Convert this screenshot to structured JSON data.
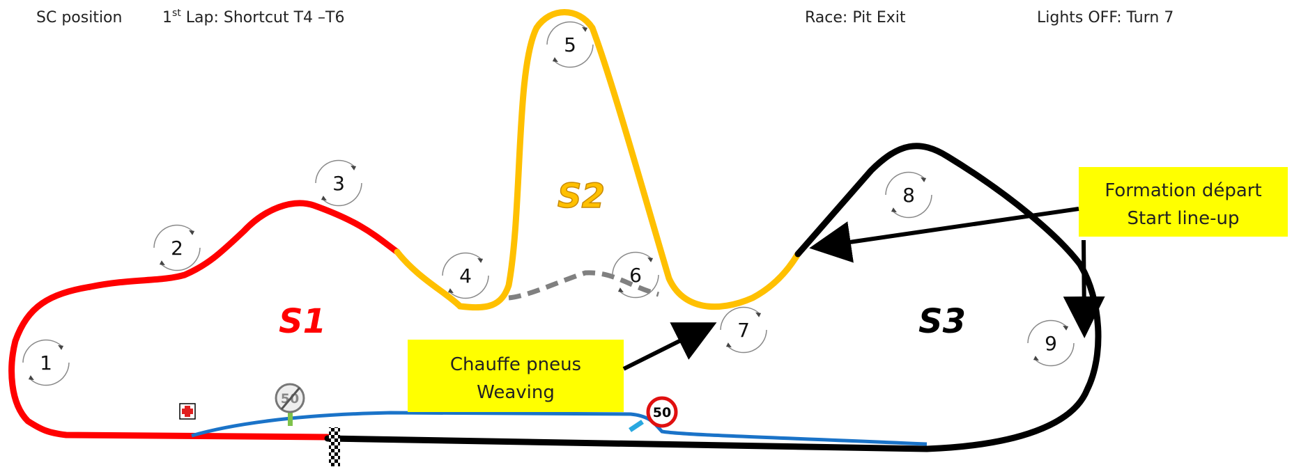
{
  "header": {
    "sc_label": "SC position",
    "first_lap_prefix": "1",
    "first_lap_sup": "st",
    "first_lap_rest": " Lap: Shortcut T4 –T6",
    "race": "Race: Pit Exit",
    "lights": "Lights OFF: Turn 7"
  },
  "turns": [
    "1",
    "2",
    "3",
    "4",
    "5",
    "6",
    "7",
    "8",
    "9"
  ],
  "sectors": {
    "s1": {
      "label": "S1",
      "color": "#ff0000"
    },
    "s2": {
      "label": "S2",
      "color": "#ffc000"
    },
    "s3": {
      "label": "S3",
      "color": "#000000"
    }
  },
  "callouts": {
    "formation": {
      "line1": "Formation départ",
      "line2": "Start line-up"
    },
    "weaving": {
      "line1": "Chauffe pneus",
      "line2": "Weaving"
    }
  },
  "signs": {
    "speed_limit": "50",
    "end_speed_limit": "50"
  },
  "colors": {
    "pit_lane": "#1a73c8",
    "shortcut": "#808080",
    "callout_bg": "#ffff00",
    "medical": "#e02020"
  },
  "icons": {
    "medical": "medical-cross-icon",
    "finish": "checkered-flag-icon",
    "turn": "rotation-arrows-icon"
  }
}
